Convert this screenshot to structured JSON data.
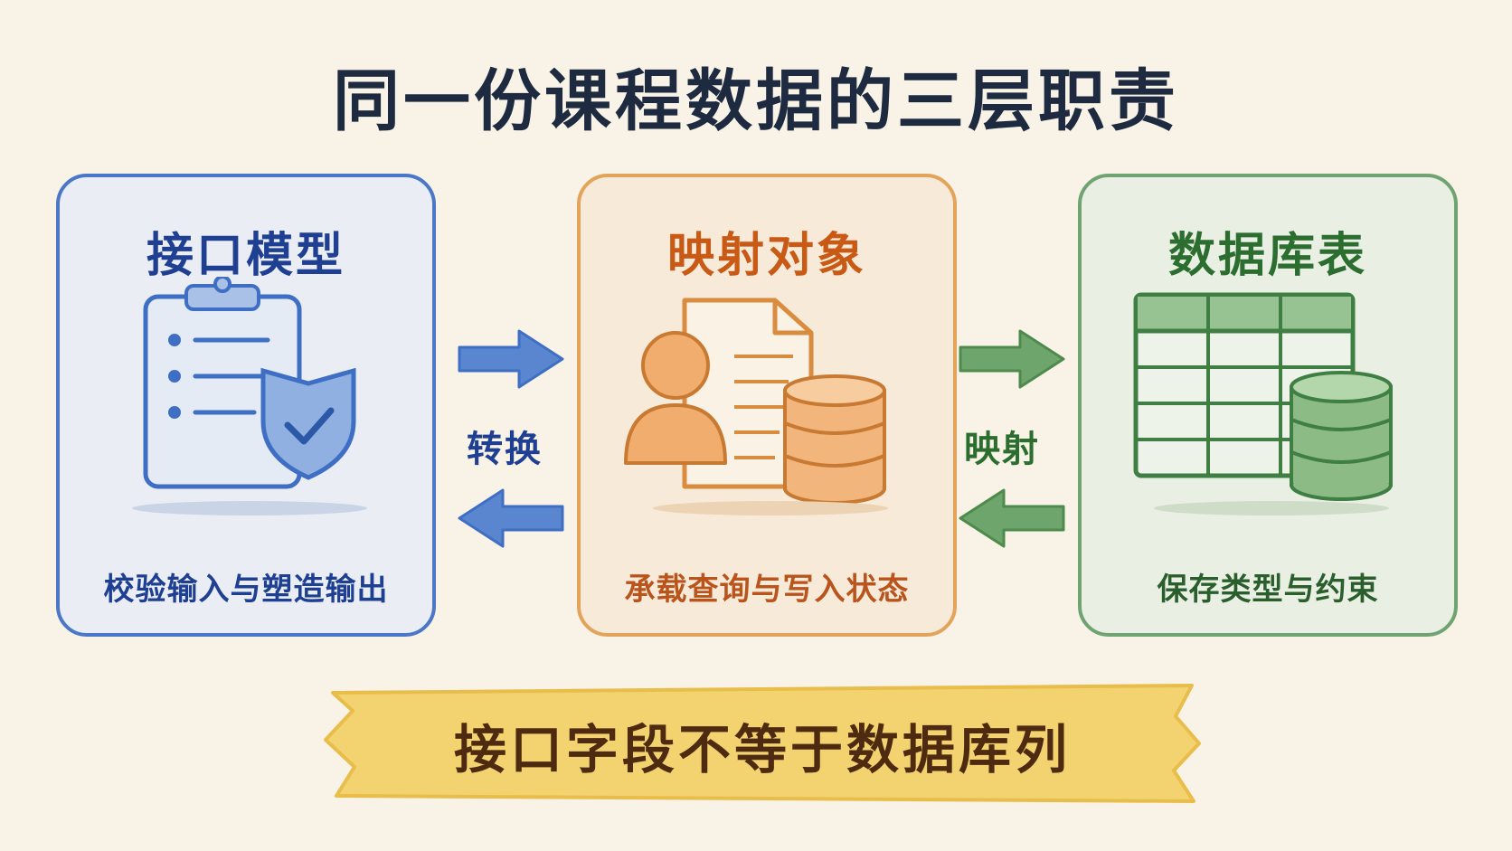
{
  "title": "同一份课程数据的三层职责",
  "cards": [
    {
      "title": "接口模型",
      "caption": "校验输入与塑造输出",
      "color": "#4a77c8"
    },
    {
      "title": "映射对象",
      "caption": "承载查询与写入状态",
      "color": "#e2a35a"
    },
    {
      "title": "数据库表",
      "caption": "保存类型与约束",
      "color": "#6fa472"
    }
  ],
  "arrows": [
    {
      "label": "转换",
      "color": "#4a77c8",
      "direction": "bidirectional"
    },
    {
      "label": "映射",
      "color": "#5f9a5f",
      "direction": "bidirectional"
    }
  ],
  "banner": {
    "text": "接口字段不等于数据库列",
    "color": "#f3d270"
  },
  "icons": [
    "clipboard-shield-icon",
    "person-document-database-icon",
    "table-database-icon"
  ]
}
